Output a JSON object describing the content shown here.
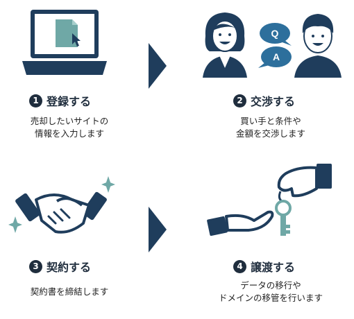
{
  "steps": [
    {
      "number": "1",
      "title": "登録する",
      "desc_lines": [
        "売却したいサイトの",
        "情報を入力します"
      ]
    },
    {
      "number": "2",
      "title": "交渉する",
      "desc_lines": [
        "買い手と条件や",
        "金額を交渉します"
      ]
    },
    {
      "number": "3",
      "title": "契約する",
      "desc_lines": [
        "契約書を締結します"
      ]
    },
    {
      "number": "4",
      "title": "譲渡する",
      "desc_lines": [
        "データの移行や",
        "ドメインの移管を行います"
      ]
    }
  ],
  "bubbles": {
    "question": "Q",
    "answer": "A"
  },
  "icons": [
    "laptop-icon",
    "document-icon",
    "cursor-icon",
    "person-icon",
    "speech-bubble-icon",
    "handshake-icon",
    "sparkle-icon",
    "hand-icon",
    "key-icon",
    "arrow-right-icon"
  ],
  "colors": {
    "navy": "#1f3d5c",
    "teal": "#6fa8a6",
    "light_teal": "#a6cfcc",
    "bubble": "#2d6f9c"
  }
}
